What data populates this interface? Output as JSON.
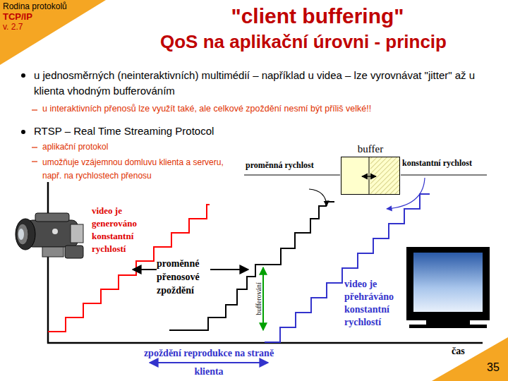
{
  "diagram": {
    "title": "\"client buffering\"",
    "nodes": [
      {
        "text": [
          "buffer"
        ]
      }
    ],
    "labels": [
      "Rodina protokolů",
      "TCP/IP",
      "v. 2.7",
      "QoS na aplikační úrovni - princip",
      "u jednosměrných (neinteraktivních) multimédií – například u videa – lze vyrovnávat \"jitter\" až u klienta vhodným bufferováním",
      "u interaktivních přenosů lze využít také, ale celkové zpoždění nesmí být příliš velké!!",
      "RTSP – Real Time Streaming Protocol",
      "aplikační protokol",
      "umožňuje vzájemnou domluvu klienta a serveru, např. na rychlostech přenosu",
      "proměnná rychlost",
      "konstantní rychlost",
      "video je generováno konstantní rychlostí",
      "proměnné přenosové zpoždění",
      "bufferování",
      "video je přehráváno konstantní rychlostí",
      "zpoždění reprodukce na straně klienta",
      "čas",
      "35"
    ]
  }
}
